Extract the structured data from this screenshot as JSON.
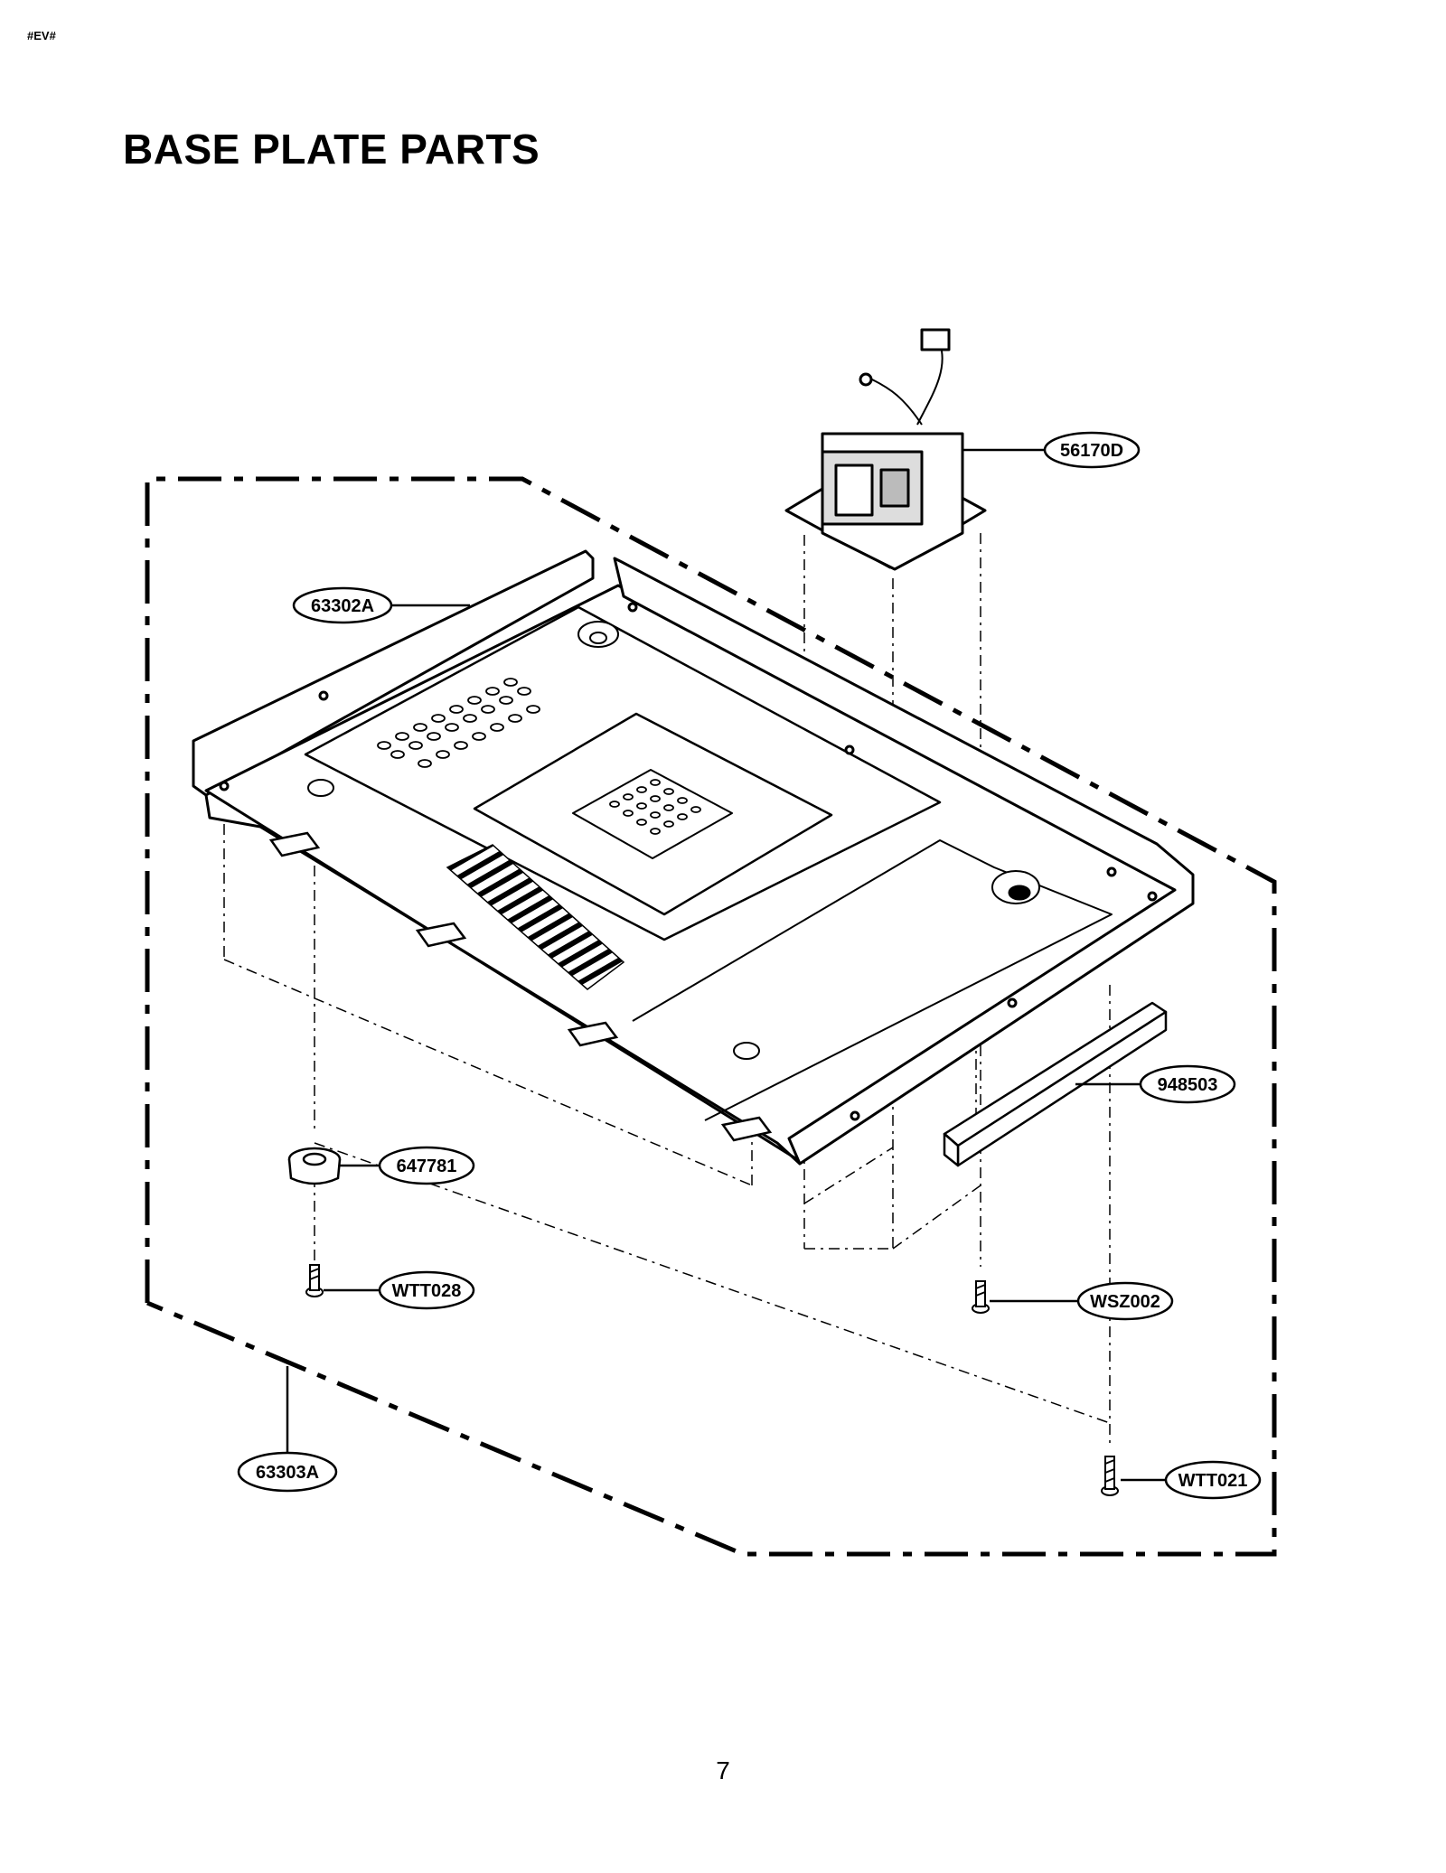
{
  "header": {
    "marker": "#EV#"
  },
  "page": {
    "title": "BASE PLATE PARTS",
    "page_number": "7"
  },
  "callouts": {
    "transformer": "56170D",
    "base_plate": "63302A",
    "base_assembly": "63303A",
    "foot": "647781",
    "foam_strip": "948503",
    "screw_foot": "WTT028",
    "screw_transformer": "WSZ002",
    "screw_plate": "WTT021"
  }
}
